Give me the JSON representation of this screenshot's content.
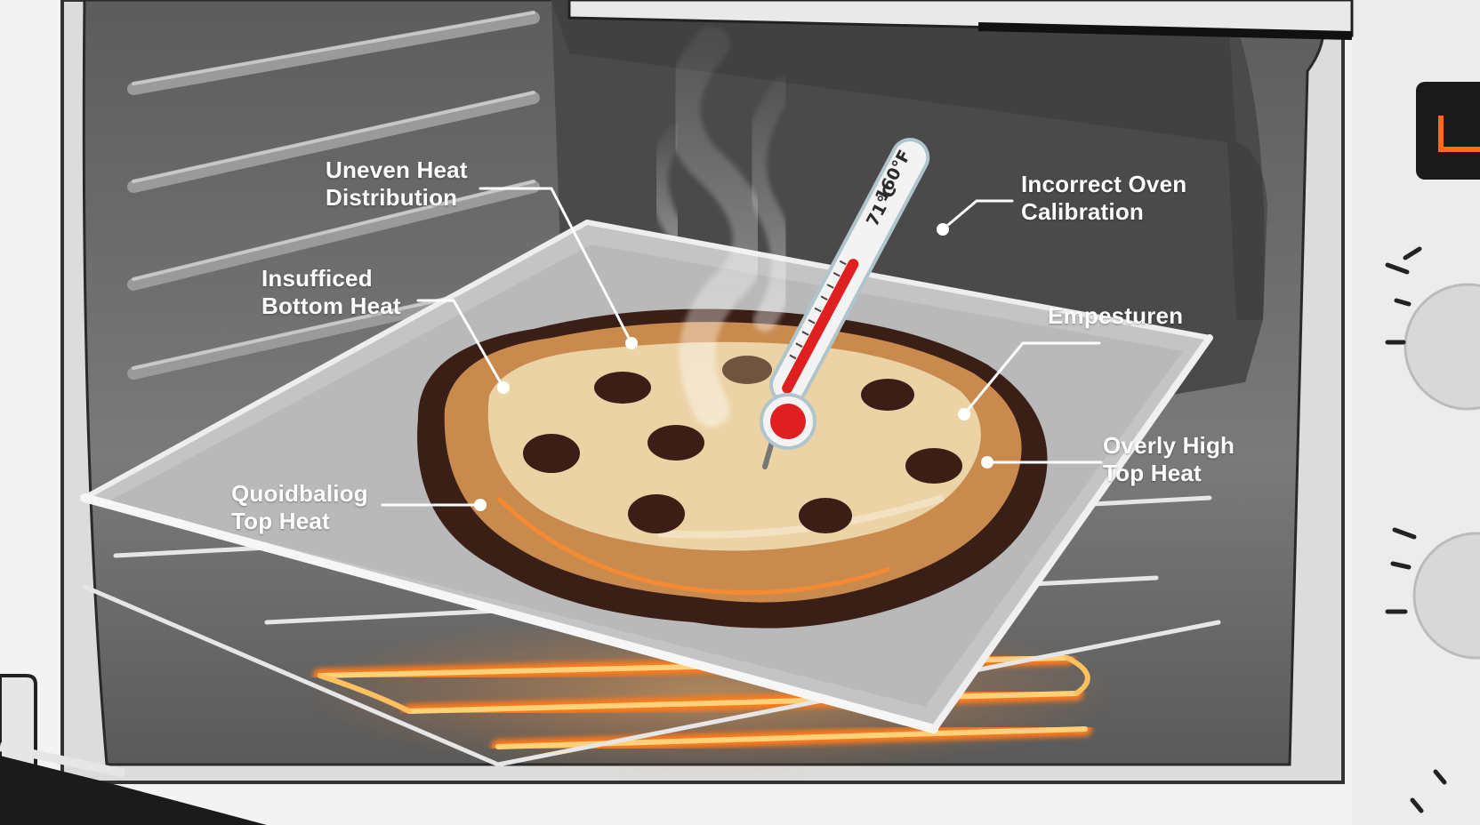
{
  "thermometer": {
    "reading_f": "160°F",
    "reading_c": "71°C"
  },
  "callouts": [
    {
      "id": "uneven-heat",
      "lines": [
        "Uneven Heat",
        "Distribution"
      ]
    },
    {
      "id": "insufficient-bottom",
      "lines": [
        "Insufficed",
        "Bottom Heat"
      ]
    },
    {
      "id": "incorrect-calibration",
      "lines": [
        "Incorrect Oven",
        "Calibration"
      ]
    },
    {
      "id": "temperature",
      "lines": [
        "Empesturen"
      ]
    },
    {
      "id": "overly-high-top",
      "lines": [
        "Overly High",
        "Top Heat"
      ]
    },
    {
      "id": "low-top",
      "lines": [
        "Quoidbaliog",
        "Top Heat"
      ]
    }
  ],
  "colors": {
    "oven_body": "#f2f2f2",
    "oven_cavity": "#6e6e6e",
    "cavity_back": "#4a4a4a",
    "tray": "#c9c9c9",
    "cookie_edge": "#3a1f17",
    "cookie_bake": "#c98a4e",
    "cookie_dough": "#ecd3a6",
    "chocolate": "#3b1e16",
    "heating_element": "#ff9a3c",
    "thermometer_red": "#e02020",
    "display_accent": "#ff6a1a"
  }
}
